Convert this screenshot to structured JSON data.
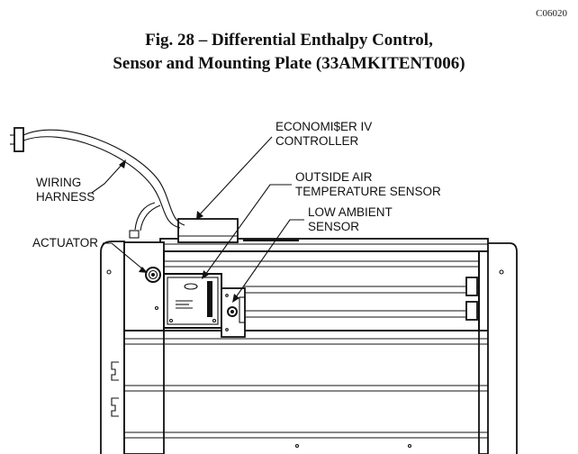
{
  "figure_code": "C06020",
  "title": {
    "line1": "Fig. 28 – Differential Enthalpy Control,",
    "line2": "Sensor and Mounting Plate (33AMKITENT006)"
  },
  "labels": {
    "controller_line1": "ECONOMI$ER IV",
    "controller_line2": "CONTROLLER",
    "oat_line1": "OUTSIDE AIR",
    "oat_line2": "TEMPERATURE SENSOR",
    "low_line1": "LOW AMBIENT",
    "low_line2": "SENSOR",
    "harness_line1": "WIRING",
    "harness_line2": "HARNESS",
    "actuator": "ACTUATOR"
  }
}
